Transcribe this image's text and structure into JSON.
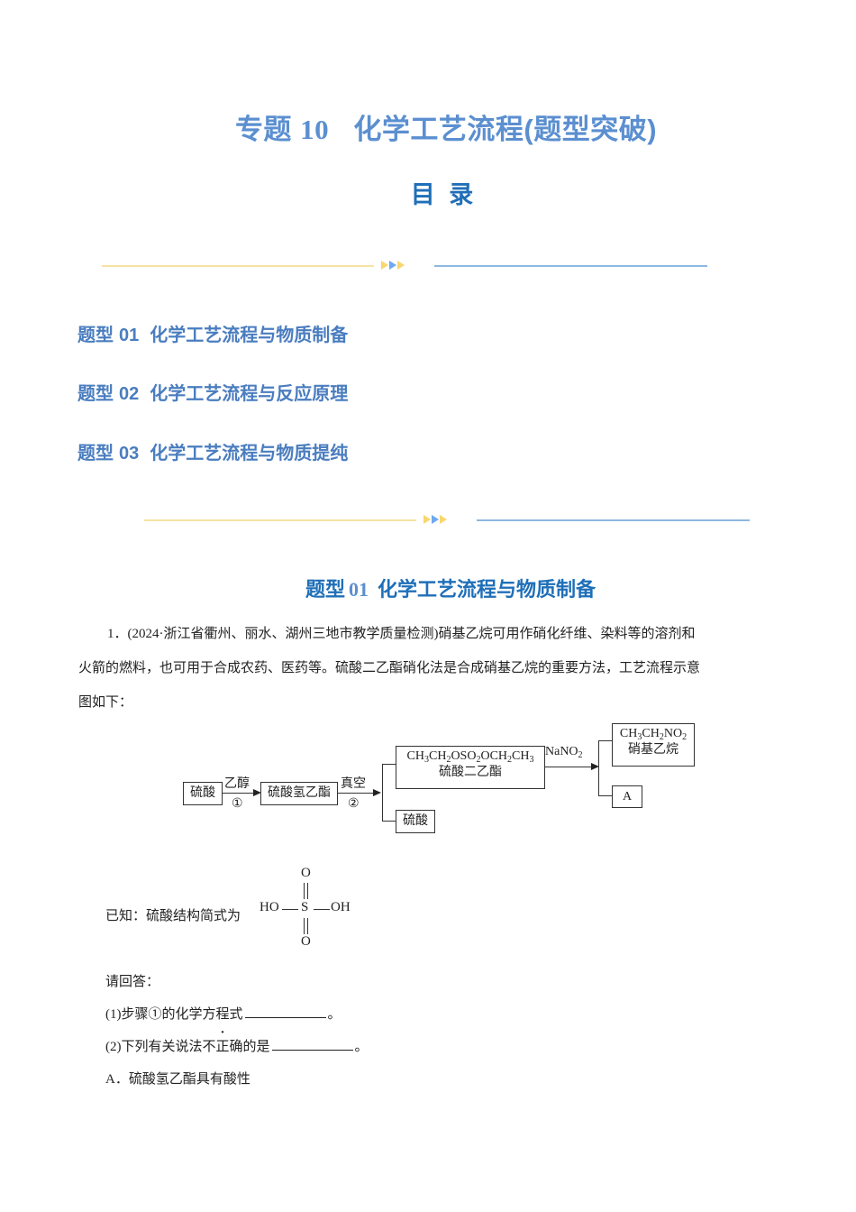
{
  "document": {
    "title_prefix": "专题",
    "title_number": "10",
    "title_text": "化学工艺流程(题型突破)",
    "toc_heading": "目 录",
    "colors": {
      "title": "#5b8fd0",
      "heading": "#1f6fb8",
      "toc_item": "#4a7dbf",
      "divider_yellow": "#f7e3a3",
      "divider_blue": "#8db8e0"
    }
  },
  "toc": {
    "items": [
      {
        "prefix": "题型",
        "code": "01",
        "label": "化学工艺流程与物质制备"
      },
      {
        "prefix": "题型",
        "code": "02",
        "label": "化学工艺流程与反应原理"
      },
      {
        "prefix": "题型",
        "code": "03",
        "label": "化学工艺流程与物质提纯"
      }
    ]
  },
  "section": {
    "prefix": "题型",
    "code": "01",
    "label": "化学工艺流程与物质制备"
  },
  "question1": {
    "stem_line1": "1．(2024·浙江省衢州、丽水、湖州三地市教学质量检测)硝基乙烷可用作硝化纤维、染料等的溶剂和",
    "stem_line2": "火箭的燃料，也可用于合成农药、医药等。硫酸二乙酯硝化法是合成硝基乙烷的重要方法，工艺流程示意",
    "stem_line3": "图如下：",
    "flowchart": {
      "box_start": "硫酸",
      "step1_reagent": "乙醇",
      "step1_label": "①",
      "box_intermediate": "硫酸氢乙酯",
      "step2_reagent": "真空",
      "step2_label": "②",
      "box_ester_formula": [
        "CH",
        "3",
        "CH",
        "2",
        "OSO",
        "2",
        "OCH",
        "2",
        "CH",
        "3"
      ],
      "box_ester_name": "硫酸二乙酯",
      "box_byproduct": "硫酸",
      "step3_reagent": "NaNO",
      "step3_reagent_sub": "2",
      "box_product_formula": [
        "CH",
        "3",
        "CH",
        "2",
        "NO",
        "2"
      ],
      "box_product_name": "硝基乙烷",
      "box_other": "A"
    },
    "known_prefix": "已知：硫酸结构简式为",
    "structure": {
      "top": "O",
      "left": "HO",
      "center": "S",
      "right": "OH",
      "bottom": "O"
    },
    "prompt": "请回答：",
    "sub1_text": "(1)步骤①的化学方程式",
    "sub1_end": "。",
    "sub2_pre": "(2)下列有关说法",
    "sub2_emph": "不正确",
    "sub2_post": "的是",
    "sub2_end": "。",
    "option_a": "A．硫酸氢乙酯具有酸性"
  }
}
